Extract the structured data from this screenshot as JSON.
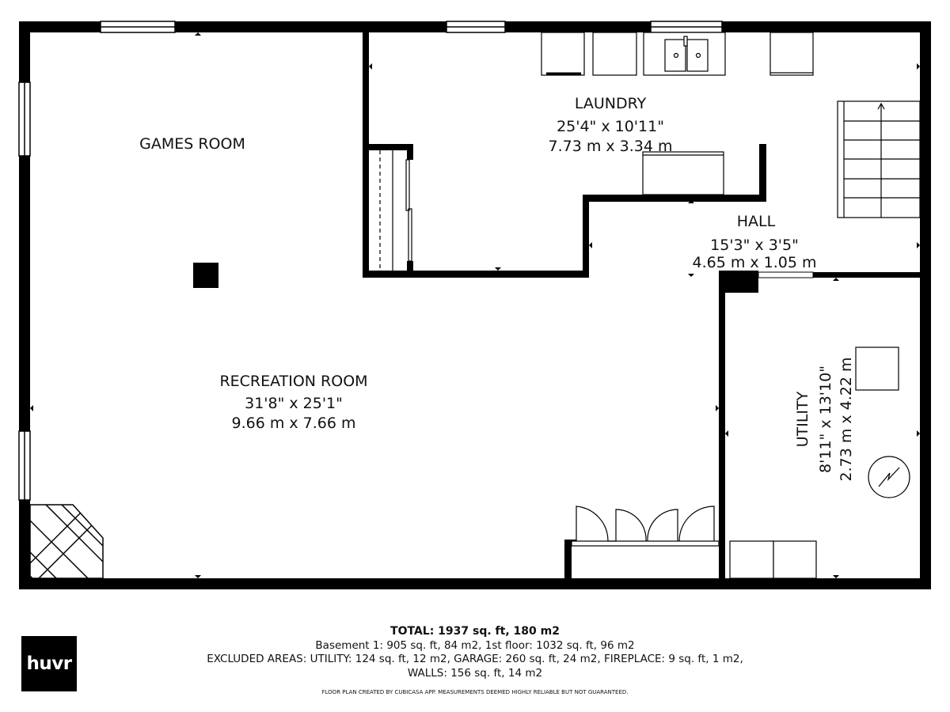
{
  "rooms": {
    "games": {
      "name": "GAMES ROOM"
    },
    "laundry": {
      "name": "LAUNDRY",
      "imperial": "25'4\" x 10'11\"",
      "metric": "7.73 m x 3.34 m"
    },
    "hall": {
      "name": "HALL",
      "imperial": "15'3\" x 3'5\"",
      "metric": "4.65 m x 1.05 m"
    },
    "recreation": {
      "name": "RECREATION ROOM",
      "imperial": "31'8\" x 25'1\"",
      "metric": "9.66 m x 7.66 m"
    },
    "utility": {
      "name": "UTILITY",
      "imperial": "8'11\" x 13'10\"",
      "metric": "2.73 m x 4.22 m"
    }
  },
  "summary": {
    "total": "TOTAL: 1937 sq. ft, 180 m2",
    "floors": "Basement 1: 905 sq. ft, 84 m2, 1st floor: 1032 sq. ft, 96 m2",
    "excluded": "EXCLUDED AREAS: UTILITY: 124 sq. ft, 12 m2, GARAGE: 260 sq. ft, 24 m2, FIREPLACE: 9 sq. ft, 1 m2,",
    "walls": "WALLS: 156 sq. ft, 14 m2",
    "disclaimer": "FLOOR PLAN CREATED BY CUBICASA APP. MEASUREMENTS DEEMED HIGHLY RELIABLE BUT NOT GUARANTEED."
  },
  "logo": {
    "text": "huvr"
  }
}
